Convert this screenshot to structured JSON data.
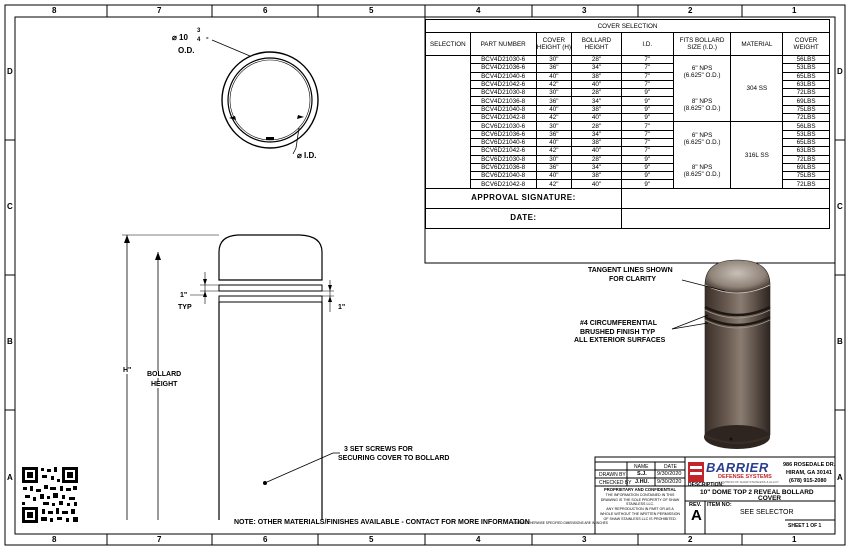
{
  "zones": {
    "columns": [
      "8",
      "7",
      "6",
      "5",
      "4",
      "3",
      "2",
      "1"
    ],
    "rows": [
      "D",
      "C",
      "B",
      "A"
    ]
  },
  "top_view": {
    "od_label": "⌀ 10",
    "od_fraction_num": "3",
    "od_fraction_den": "4",
    "od_suffix": "O.D.",
    "id_label": "⌀ I.D."
  },
  "side_view": {
    "dim_1in_left": "1\"",
    "typ": "TYP",
    "dim_1in_right": "1\"",
    "dim_h": "H\"",
    "bollard_height_line1": "BOLLARD",
    "bollard_height_line2": "HEIGHT",
    "screws_line1": "3 SET SCREWS FOR",
    "screws_line2": "SECURING COVER TO BOLLARD"
  },
  "render_notes": {
    "tangent_line1": "TANGENT LINES SHOWN",
    "tangent_line2": "FOR CLARITY",
    "finish_line1": "#4 CIRCUMFERENTIAL",
    "finish_line2": "BRUSHED FINISH TYP",
    "finish_line3": "ALL EXTERIOR SURFACES"
  },
  "cover_table": {
    "title": "COVER SELECTION",
    "headers": [
      "SELECTION",
      "PART NUMBER",
      "COVER HEIGHT (H)",
      "BOLLARD HEIGHT",
      "I.D.",
      "FITS BOLLARD SIZE (I.D.)",
      "MATERIAL",
      "COVER WEIGHT"
    ],
    "rows": [
      {
        "part": "BCV4D21030-6",
        "cover": "30\"",
        "bollard": "28\"",
        "id": "7\"",
        "weight": "56LBS"
      },
      {
        "part": "BCV4D21036-6",
        "cover": "36\"",
        "bollard": "34\"",
        "id": "7\"",
        "weight": "53LBS"
      },
      {
        "part": "BCV4D21040-6",
        "cover": "40\"",
        "bollard": "38\"",
        "id": "7\"",
        "weight": "65LBS"
      },
      {
        "part": "BCV4D21042-6",
        "cover": "42\"",
        "bollard": "40\"",
        "id": "7\"",
        "weight": "63LBS"
      },
      {
        "part": "BCV4D21030-8",
        "cover": "30\"",
        "bollard": "28\"",
        "id": "9\"",
        "weight": "72LBS"
      },
      {
        "part": "BCV4D21036-8",
        "cover": "36\"",
        "bollard": "34\"",
        "id": "9\"",
        "weight": "69LBS"
      },
      {
        "part": "BCV4D21040-8",
        "cover": "40\"",
        "bollard": "38\"",
        "id": "9\"",
        "weight": "75LBS"
      },
      {
        "part": "BCV4D21042-8",
        "cover": "42\"",
        "bollard": "40\"",
        "id": "9\"",
        "weight": "72LBS"
      },
      {
        "part": "BCV6D21030-6",
        "cover": "30\"",
        "bollard": "28\"",
        "id": "7\"",
        "weight": "56LBS"
      },
      {
        "part": "BCV6D21036-6",
        "cover": "36\"",
        "bollard": "34\"",
        "id": "7\"",
        "weight": "53LBS"
      },
      {
        "part": "BCV6D21040-6",
        "cover": "40\"",
        "bollard": "38\"",
        "id": "7\"",
        "weight": "65LBS"
      },
      {
        "part": "BCV6D21042-6",
        "cover": "42\"",
        "bollard": "40\"",
        "id": "7\"",
        "weight": "63LBS"
      },
      {
        "part": "BCV6D21030-8",
        "cover": "30\"",
        "bollard": "28\"",
        "id": "9\"",
        "weight": "72LBS"
      },
      {
        "part": "BCV6D21036-8",
        "cover": "36\"",
        "bollard": "34\"",
        "id": "9\"",
        "weight": "69LBS"
      },
      {
        "part": "BCV6D21040-8",
        "cover": "40\"",
        "bollard": "38\"",
        "id": "9\"",
        "weight": "75LBS"
      },
      {
        "part": "BCV6D21042-8",
        "cover": "42\"",
        "bollard": "40\"",
        "id": "9\"",
        "weight": "72LBS"
      }
    ],
    "fits_6_line1": "6\" NPS",
    "fits_6_line2": "(6.625\" O.D.)",
    "fits_8_line1": "8\" NPS",
    "fits_8_line2": "(8.625\" O.D.)",
    "material_304": "304 SS",
    "material_316": "316L SS",
    "approval_label": "APPROVAL SIGNATURE:",
    "date_label": "DATE:"
  },
  "title_block": {
    "name_header": "NAME",
    "date_header": "DATE",
    "drawn_by_label": "DRAWN BY",
    "drawn_by_name": "S.J.",
    "drawn_by_date": "9/30/2020",
    "checked_by_label": "CHECKED BY",
    "checked_by_name": "J.HU.",
    "checked_by_date": "9/30/2020",
    "company_name": "BARRIER",
    "company_sub": "DEFENSE SYSTEMS",
    "company_tagline": "A DIVISION OF SHAW STAINLESS & ALLOY",
    "address_line1": "986 ROSEDALE DR.",
    "address_line2": "HIRAM, GA 30141",
    "address_line3": "(678) 915-2080",
    "description_label": "DESCRIPTION:",
    "description_line1": "10\" DOME TOP 2 REVEAL BOLLARD",
    "description_line2": "COVER",
    "proprietary_title": "PROPRIETARY AND CONFIDENTIAL",
    "proprietary_body1": "THE INFORMATION CONTAINED IN THIS",
    "proprietary_body2": "DRAWING IS THE SOLE PROPERTY OF SHAW",
    "proprietary_body3": "STAINLESS LLC.",
    "proprietary_body4": "ANY REPRODUCTION IN PART OR AS A",
    "proprietary_body5": "WHOLE WITHOUT THE WRITTEN PERMISSION",
    "proprietary_body6": "OF SHAW STAINLESS LLC IS PROHIBITED.",
    "rev_label": "REV.",
    "rev_value": "A",
    "item_no_label": "ITEM NO:",
    "item_no_value": "SEE SELECTOR",
    "sheet": "SHEET 1 OF 1",
    "tolerance_note": "UNLESS OTHERWISE SPECIFIED DIMENSIONS ARE IN INCHES"
  },
  "note": "NOTE: OTHER MATERIALS/FINISHES AVAILABLE - CONTACT FOR MORE INFORMATION",
  "colors": {
    "line": "#000000",
    "render_dark": "#4a3d34",
    "render_light": "#b6aca3",
    "logo_blue": "#2b3f8f",
    "logo_red": "#c0262c"
  }
}
